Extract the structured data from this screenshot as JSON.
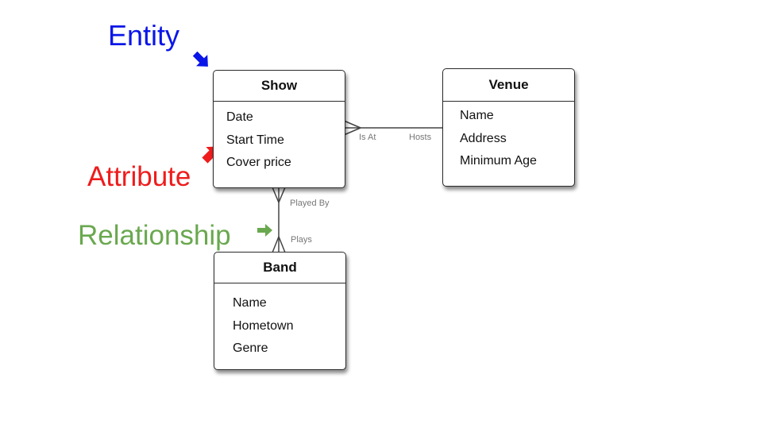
{
  "colors": {
    "entity_callout": "#0a16e8",
    "attribute_callout": "#ee1c1c",
    "relationship_callout": "#6aa84f",
    "relationship_label": "#777777"
  },
  "callouts": {
    "entity": "Entity",
    "attribute": "Attribute",
    "relationship": "Relationship"
  },
  "entities": {
    "show": {
      "title": "Show",
      "attributes": [
        "Date",
        "Start Time",
        "Cover price"
      ]
    },
    "venue": {
      "title": "Venue",
      "attributes": [
        "Name",
        "Address",
        "Minimum Age"
      ]
    },
    "band": {
      "title": "Band",
      "attributes": [
        "Name",
        "Hometown",
        "Genre"
      ]
    }
  },
  "relationships": {
    "show_venue": {
      "show_side": "Is At",
      "venue_side": "Hosts"
    },
    "show_band": {
      "show_side": "Played By",
      "band_side": "Plays"
    }
  },
  "icons": [
    "arrow-down-right-icon",
    "arrow-up-right-icon",
    "arrow-right-icon",
    "crows-foot-icon"
  ]
}
